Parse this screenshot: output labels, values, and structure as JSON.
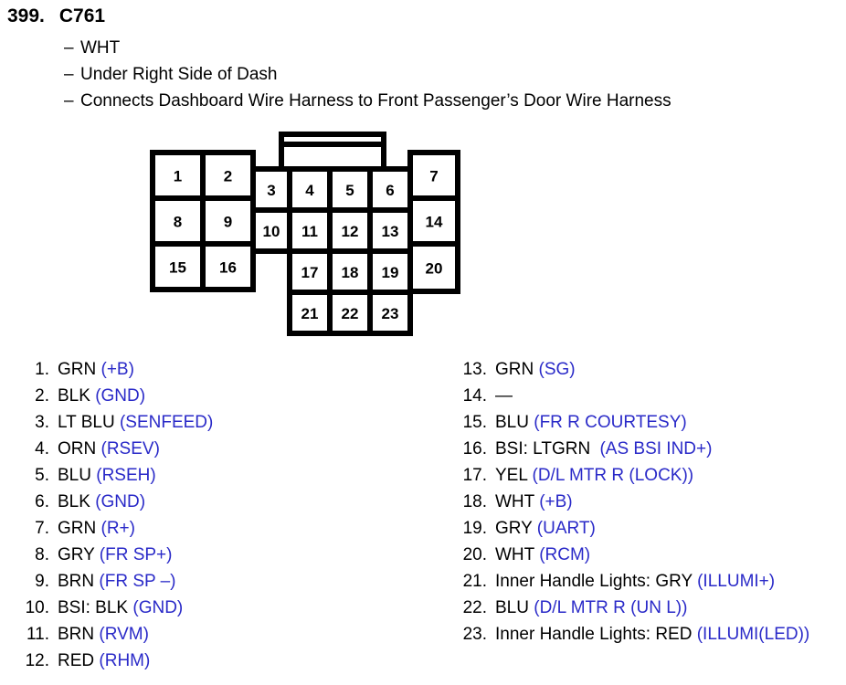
{
  "header": {
    "item_number": "399.",
    "connector_id": "C761",
    "specs": [
      "WHT",
      "Under Right Side of Dash",
      "Connects Dashboard Wire Harness to Front Passenger’s Door Wire Harness"
    ]
  },
  "diagram": {
    "name": "connector-pinout",
    "pin_labels": [
      "1",
      "2",
      "3",
      "4",
      "5",
      "6",
      "7",
      "8",
      "9",
      "10",
      "11",
      "12",
      "13",
      "14",
      "15",
      "16",
      "17",
      "18",
      "19",
      "20",
      "21",
      "22",
      "23"
    ]
  },
  "colors": {
    "signal_blue": "#2a2ac8",
    "text_black": "#000000",
    "background": "#ffffff"
  },
  "pins_left": [
    {
      "index": "1.",
      "wire": "GRN",
      "signal": "(+B)"
    },
    {
      "index": "2.",
      "wire": "BLK",
      "signal": "(GND)"
    },
    {
      "index": "3.",
      "wire": "LT BLU",
      "signal": "(SENFEED)"
    },
    {
      "index": "4.",
      "wire": "ORN",
      "signal": "(RSEV)"
    },
    {
      "index": "5.",
      "wire": "BLU",
      "signal": "(RSEH)"
    },
    {
      "index": "6.",
      "wire": "BLK",
      "signal": "(GND)"
    },
    {
      "index": "7.",
      "wire": "GRN",
      "signal": "(R+)"
    },
    {
      "index": "8.",
      "wire": "GRY",
      "signal": "(FR SP+)"
    },
    {
      "index": "9.",
      "wire": "BRN",
      "signal": "(FR SP –)"
    },
    {
      "index": "10.",
      "wire": "BSI: BLK",
      "signal": "(GND)"
    },
    {
      "index": "11.",
      "wire": "BRN",
      "signal": "(RVM)"
    },
    {
      "index": "12.",
      "wire": "RED",
      "signal": "(RHM)"
    }
  ],
  "pins_right": [
    {
      "index": "13.",
      "wire": "GRN",
      "signal": "(SG)"
    },
    {
      "index": "14.",
      "wire": "—",
      "signal": ""
    },
    {
      "index": "15.",
      "wire": "BLU",
      "signal": "(FR R COURTESY)"
    },
    {
      "index": "16.",
      "wire": "BSI: LTGRN",
      "signal": "(AS BSI IND+)",
      "extra_gap": true
    },
    {
      "index": "17.",
      "wire": "YEL",
      "signal": "(D/L MTR R (LOCK))"
    },
    {
      "index": "18.",
      "wire": "WHT",
      "signal": "(+B)"
    },
    {
      "index": "19.",
      "wire": "GRY",
      "signal": "(UART)"
    },
    {
      "index": "20.",
      "wire": "WHT",
      "signal": "(RCM)"
    },
    {
      "index": "21.",
      "wire": "Inner Handle Lights: GRY",
      "signal": "(ILLUMI+)"
    },
    {
      "index": "22.",
      "wire": "BLU",
      "signal": "(D/L MTR R (UN L))"
    },
    {
      "index": "23.",
      "wire": "Inner Handle Lights: RED",
      "signal": "(ILLUMI(LED))"
    }
  ]
}
